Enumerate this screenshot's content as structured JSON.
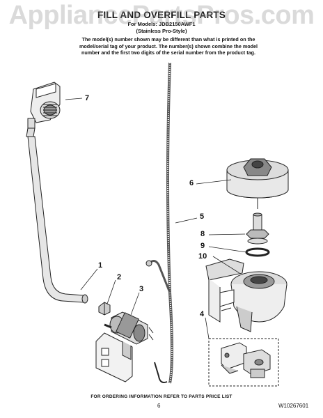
{
  "watermark": "AppliancePartsPros.com",
  "title": "FILL AND OVERFILL PARTS",
  "models_line": "For Models: JDB2150AWF1",
  "style_line": "(Stainless Pro-Style)",
  "note": "The model(s) number shown may be different than what is printed on the model/serial tag of your product. The number(s) shown combine the model number and the first two digits of the serial number from the product tag.",
  "callouts": {
    "c1": "1",
    "c2": "2",
    "c3": "3",
    "c4": "4",
    "c5": "5",
    "c6": "6",
    "c7": "7",
    "c8": "8",
    "c9": "9",
    "c10": "10"
  },
  "footer": "FOR ORDERING INFORMATION REFER TO PARTS PRICE LIST",
  "page_number": "6",
  "doc_number": "W10267601"
}
